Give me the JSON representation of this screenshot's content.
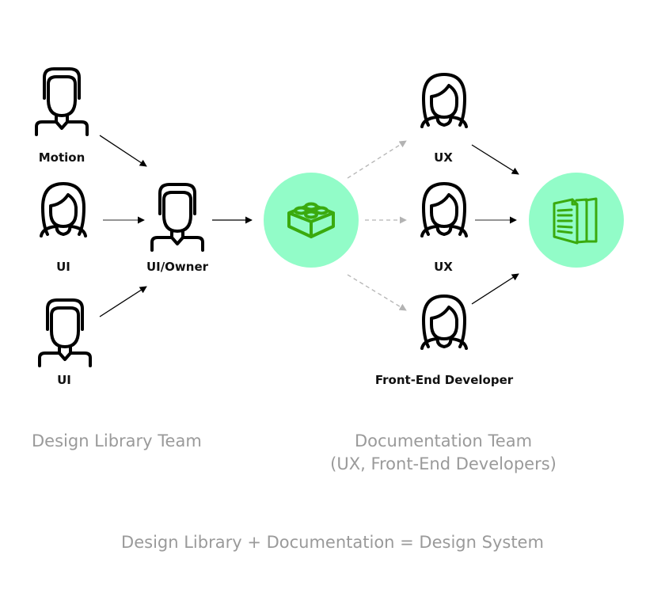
{
  "colors": {
    "accent_circle": "#92fcc8",
    "accent_icon": "#3aaa0e",
    "stroke": "#000000",
    "dashed_arrow": "#b3b3b3",
    "caption": "#9a9a9a"
  },
  "design_library_team": {
    "label": "Design Library Team",
    "members": [
      {
        "role": "Motion",
        "icon": "male-person-icon"
      },
      {
        "role": "UI",
        "icon": "female-person-icon"
      },
      {
        "role": "UI",
        "icon": "male-person-icon"
      }
    ],
    "owner": {
      "role": "UI/Owner",
      "icon": "male-person-icon"
    }
  },
  "design_library_node": {
    "icon": "lego-brick-icon"
  },
  "documentation_team": {
    "label_line1": "Documentation Team",
    "label_line2": "(UX, Front-End Developers)",
    "members": [
      {
        "role": "UX",
        "icon": "female-person-icon"
      },
      {
        "role": "UX",
        "icon": "female-person-icon"
      },
      {
        "role": "Front-End Developer",
        "icon": "female-person-icon"
      }
    ]
  },
  "documentation_node": {
    "icon": "documents-icon"
  },
  "equation": "Design Library + Documentation = Design System"
}
